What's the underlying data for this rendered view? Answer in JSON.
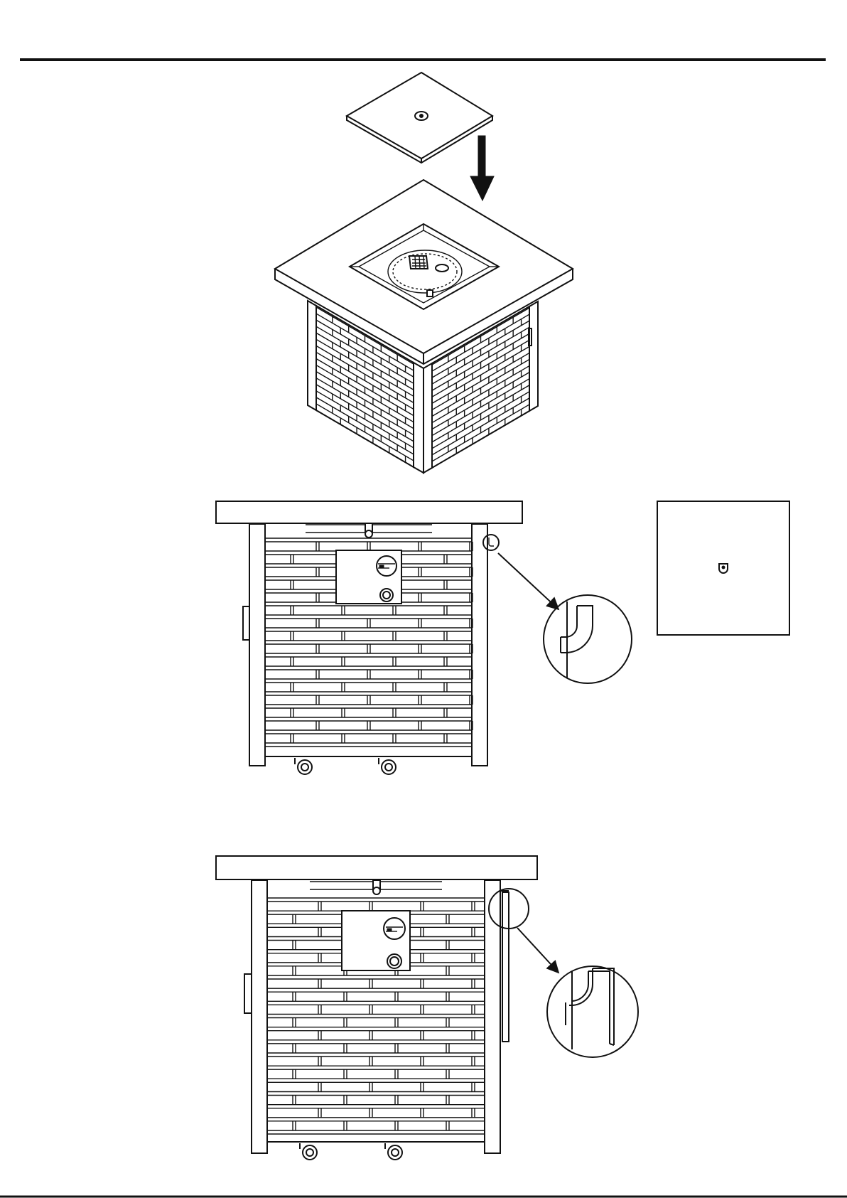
{
  "figure": {
    "type": "assembly-instruction-illustration",
    "colors": {
      "line": "#111111",
      "paper": "#ffffff"
    },
    "views": [
      {
        "id": "step-lid-placement",
        "icon": "down-arrow-icon"
      },
      {
        "id": "front-view-lid-hook",
        "icon": "magnifier-detail-icon"
      },
      {
        "id": "lid-top-view"
      },
      {
        "id": "front-view-lid-hung",
        "icon": "magnifier-detail-icon"
      }
    ]
  }
}
